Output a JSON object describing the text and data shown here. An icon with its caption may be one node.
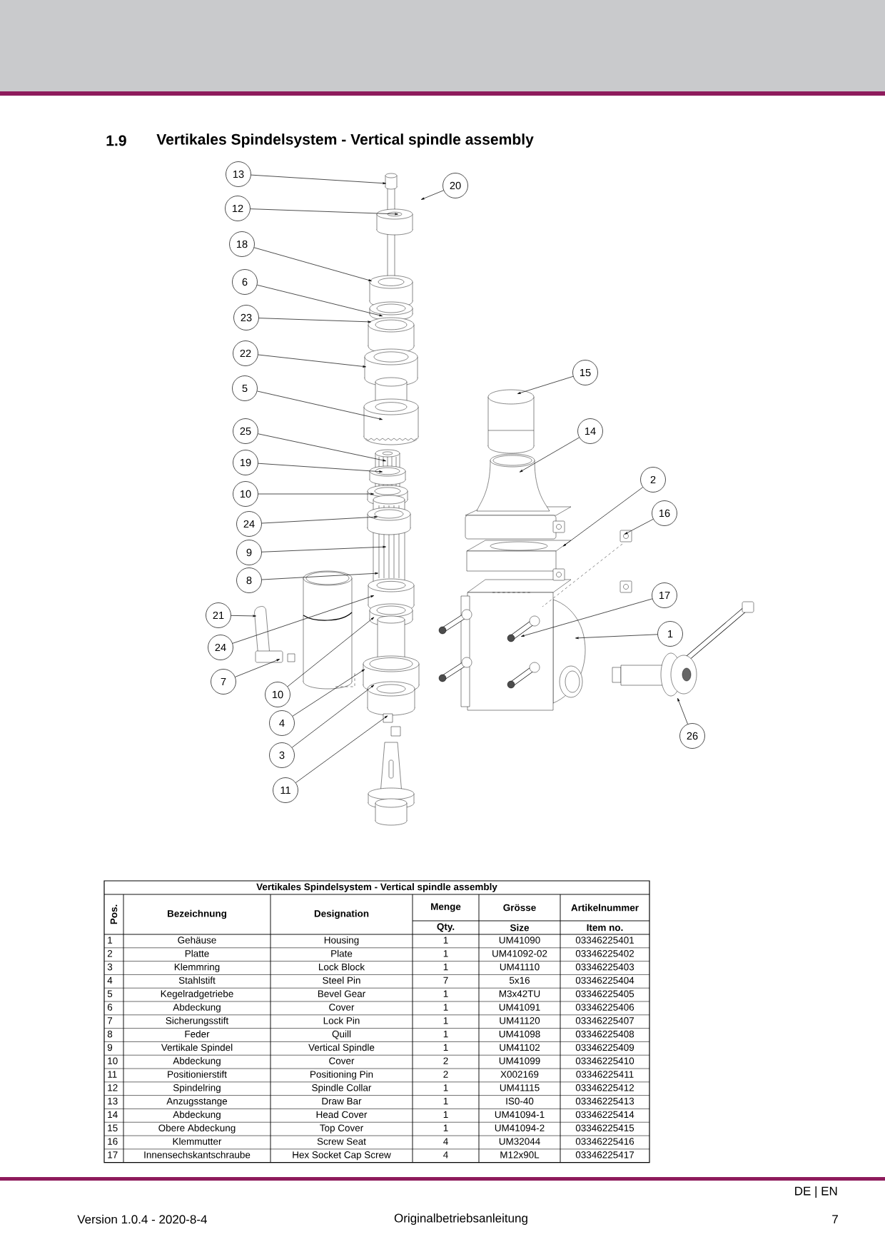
{
  "diagram": {
    "title": "Vertikales Spindelsystem - Vertical spindle assembly",
    "nodes": [
      {
        "text": [
          "13"
        ]
      },
      {
        "text": [
          "20"
        ]
      },
      {
        "text": [
          "12"
        ]
      },
      {
        "text": [
          "18"
        ]
      },
      {
        "text": [
          "6"
        ]
      },
      {
        "text": [
          "23"
        ]
      },
      {
        "text": [
          "22"
        ]
      },
      {
        "text": [
          "5"
        ]
      },
      {
        "text": [
          "25"
        ]
      },
      {
        "text": [
          "19"
        ]
      },
      {
        "text": [
          "10"
        ]
      },
      {
        "text": [
          "24"
        ]
      },
      {
        "text": [
          "9"
        ]
      },
      {
        "text": [
          "8"
        ]
      },
      {
        "text": [
          "21"
        ]
      },
      {
        "text": [
          "24"
        ]
      },
      {
        "text": [
          "7"
        ]
      },
      {
        "text": [
          "10"
        ]
      },
      {
        "text": [
          "4"
        ]
      },
      {
        "text": [
          "3"
        ]
      },
      {
        "text": [
          "11"
        ]
      },
      {
        "text": [
          "15"
        ]
      },
      {
        "text": [
          "14"
        ]
      },
      {
        "text": [
          "2"
        ]
      },
      {
        "text": [
          "16"
        ]
      },
      {
        "text": [
          "17"
        ]
      },
      {
        "text": [
          "1"
        ]
      },
      {
        "text": [
          "26"
        ]
      }
    ],
    "edges": [
      {
        "from": 0,
        "to": null,
        "arrow": "to"
      },
      {
        "from": 1,
        "to": null,
        "arrow": "to"
      },
      {
        "from": 2,
        "to": null,
        "arrow": "to"
      },
      {
        "from": 3,
        "to": null,
        "arrow": "to"
      },
      {
        "from": 4,
        "to": null,
        "arrow": "to"
      },
      {
        "from": 5,
        "to": null,
        "arrow": "to"
      },
      {
        "from": 6,
        "to": null,
        "arrow": "to"
      },
      {
        "from": 7,
        "to": null,
        "arrow": "to"
      },
      {
        "from": 8,
        "to": null,
        "arrow": "to"
      },
      {
        "from": 9,
        "to": null,
        "arrow": "to"
      },
      {
        "from": 10,
        "to": null,
        "arrow": "to"
      },
      {
        "from": 11,
        "to": null,
        "arrow": "to"
      },
      {
        "from": 12,
        "to": null,
        "arrow": "to"
      },
      {
        "from": 13,
        "to": null,
        "arrow": "to"
      },
      {
        "from": 14,
        "to": null,
        "arrow": "to"
      },
      {
        "from": 15,
        "to": null,
        "arrow": "to"
      },
      {
        "from": 16,
        "to": null,
        "arrow": "to"
      },
      {
        "from": 17,
        "to": null,
        "arrow": "to"
      },
      {
        "from": 18,
        "to": null,
        "arrow": "to"
      },
      {
        "from": 19,
        "to": null,
        "arrow": "to"
      },
      {
        "from": 20,
        "to": null,
        "arrow": "to"
      },
      {
        "from": 21,
        "to": null,
        "arrow": "to"
      },
      {
        "from": 22,
        "to": null,
        "arrow": "to"
      },
      {
        "from": 23,
        "to": null,
        "arrow": "to"
      },
      {
        "from": 24,
        "to": null,
        "arrow": "to"
      },
      {
        "from": 25,
        "to": null,
        "arrow": "to"
      },
      {
        "from": 26,
        "to": null,
        "arrow": "to"
      },
      {
        "from": 27,
        "to": null,
        "arrow": "to"
      }
    ],
    "labels": [
      "1.9",
      "Vertikales Spindelsystem - Vertical spindle assembly",
      "Pos.",
      "Bezeichnung",
      "Designation",
      "Menge",
      "Grösse",
      "Artikelnummer",
      "Qty.",
      "Size",
      "Item no.",
      "1",
      "Gehäuse",
      "Housing",
      "1",
      "UM41090",
      "03346225401",
      "2",
      "Platte",
      "Plate",
      "1",
      "UM41092-02",
      "03346225402",
      "3",
      "Klemmring",
      "Lock Block",
      "1",
      "UM41110",
      "03346225403",
      "4",
      "Stahlstift",
      "Steel Pin",
      "7",
      "5x16",
      "03346225404",
      "5",
      "Kegelradgetriebe",
      "Bevel Gear",
      "1",
      "M3x42TU",
      "03346225405",
      "6",
      "Abdeckung",
      "Cover",
      "1",
      "UM41091",
      "03346225406",
      "7",
      "Sicherungsstift",
      "Lock Pin",
      "1",
      "UM41120",
      "03346225407",
      "8",
      "Feder",
      "Quill",
      "1",
      "UM41098",
      "03346225408",
      "9",
      "Vertikale Spindel",
      "Vertical Spindle",
      "1",
      "UM41102",
      "03346225409",
      "10",
      "Abdeckung",
      "Cover",
      "2",
      "UM41099",
      "03346225410",
      "11",
      "Positionierstift",
      "Positioning Pin",
      "2",
      "X002169",
      "03346225411",
      "12",
      "Spindelring",
      "Spindle Collar",
      "1",
      "UM41115",
      "03346225412",
      "13",
      "Anzugsstange",
      "Draw Bar",
      "1",
      "IS0-40",
      "03346225413",
      "14",
      "Abdeckung",
      "Head Cover",
      "1",
      "UM41094-1",
      "03346225414",
      "15",
      "Obere Abdeckung",
      "Top Cover",
      "1",
      "UM41094-2",
      "03346225415",
      "16",
      "Klemmutter",
      "Screw Seat",
      "4",
      "UM32044",
      "03346225416",
      "17",
      "Innensechskantschraube",
      "Hex Socket Cap Screw",
      "4",
      "M12x90L",
      "03346225417",
      "DE | EN",
      "Version 1.0.4 - 2020-8-4",
      "Originalbetriebsanleitung",
      "7"
    ]
  }
}
